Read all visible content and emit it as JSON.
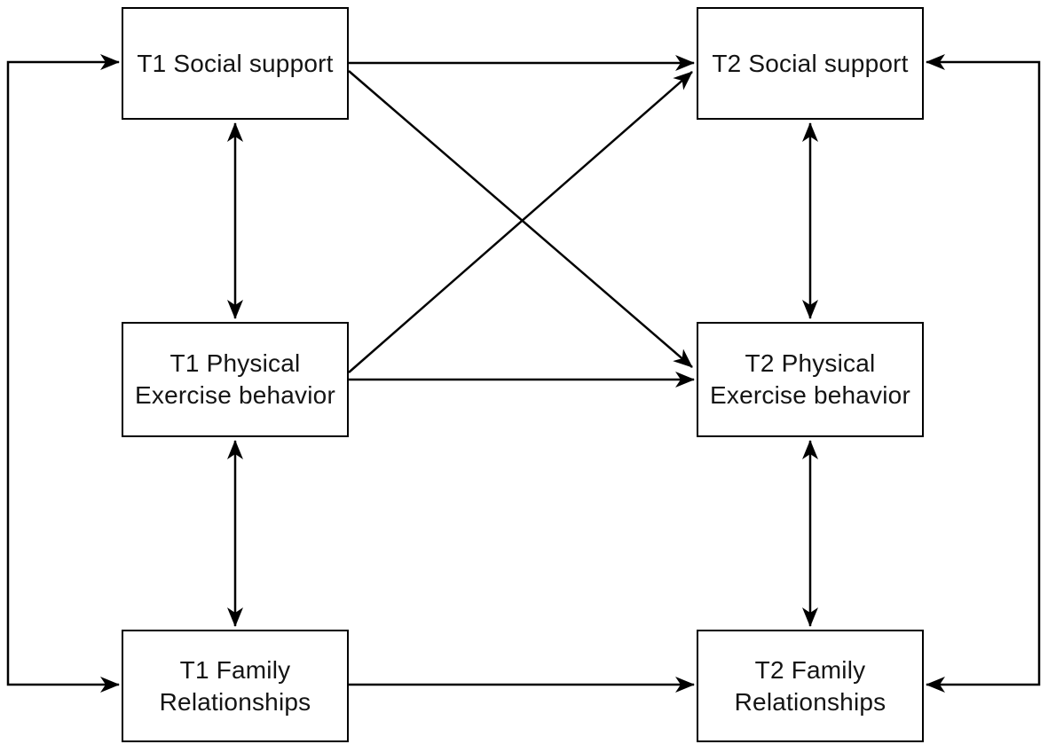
{
  "diagram": {
    "type": "path-model",
    "colors": {
      "background": "#ffffff",
      "line": "#000000",
      "text": "#141414"
    },
    "nodes": [
      {
        "id": "t1-social-support",
        "label": "T1 Social support"
      },
      {
        "id": "t2-social-support",
        "label": "T2 Social support"
      },
      {
        "id": "t1-physical-exercise",
        "label": "T1 Physical\nExercise behavior"
      },
      {
        "id": "t2-physical-exercise",
        "label": "T2 Physical\nExercise behavior"
      },
      {
        "id": "t1-family-relationships",
        "label": "T1 Family\nRelationships"
      },
      {
        "id": "t2-family-relationships",
        "label": "T2 Family\nRelationships"
      }
    ],
    "edges": [
      {
        "from": "t1-social-support",
        "to": "t2-social-support",
        "type": "directed",
        "route": "straight"
      },
      {
        "from": "t1-physical-exercise",
        "to": "t2-physical-exercise",
        "type": "directed",
        "route": "straight"
      },
      {
        "from": "t1-family-relationships",
        "to": "t2-family-relationships",
        "type": "directed",
        "route": "straight"
      },
      {
        "from": "t1-social-support",
        "to": "t2-physical-exercise",
        "type": "directed",
        "route": "diagonal"
      },
      {
        "from": "t1-physical-exercise",
        "to": "t2-social-support",
        "type": "directed",
        "route": "diagonal"
      },
      {
        "from": "t1-social-support",
        "to": "t1-physical-exercise",
        "type": "bidirectional",
        "route": "straight"
      },
      {
        "from": "t1-physical-exercise",
        "to": "t1-family-relationships",
        "type": "bidirectional",
        "route": "straight"
      },
      {
        "from": "t2-social-support",
        "to": "t2-physical-exercise",
        "type": "bidirectional",
        "route": "straight"
      },
      {
        "from": "t2-physical-exercise",
        "to": "t2-family-relationships",
        "type": "bidirectional",
        "route": "straight"
      },
      {
        "from": "t1-social-support",
        "to": "t1-family-relationships",
        "type": "bidirectional",
        "route": "outside-left"
      },
      {
        "from": "t2-social-support",
        "to": "t2-family-relationships",
        "type": "bidirectional",
        "route": "outside-right"
      }
    ]
  }
}
